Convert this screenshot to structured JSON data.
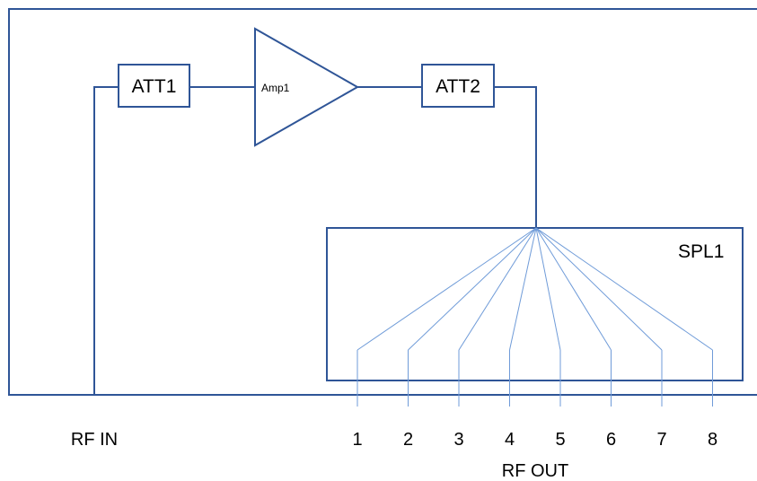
{
  "blocks": {
    "att1": "ATT1",
    "amp1": "Amp1",
    "att2": "ATT2",
    "spl1": "SPL1"
  },
  "ports": {
    "rf_in": "RF IN",
    "rf_out": "RF OUT"
  },
  "outputs": [
    "1",
    "2",
    "3",
    "4",
    "5",
    "6",
    "7",
    "8"
  ],
  "colors": {
    "line": "#2f5597",
    "splitter_fan": "#6f9bd8"
  }
}
